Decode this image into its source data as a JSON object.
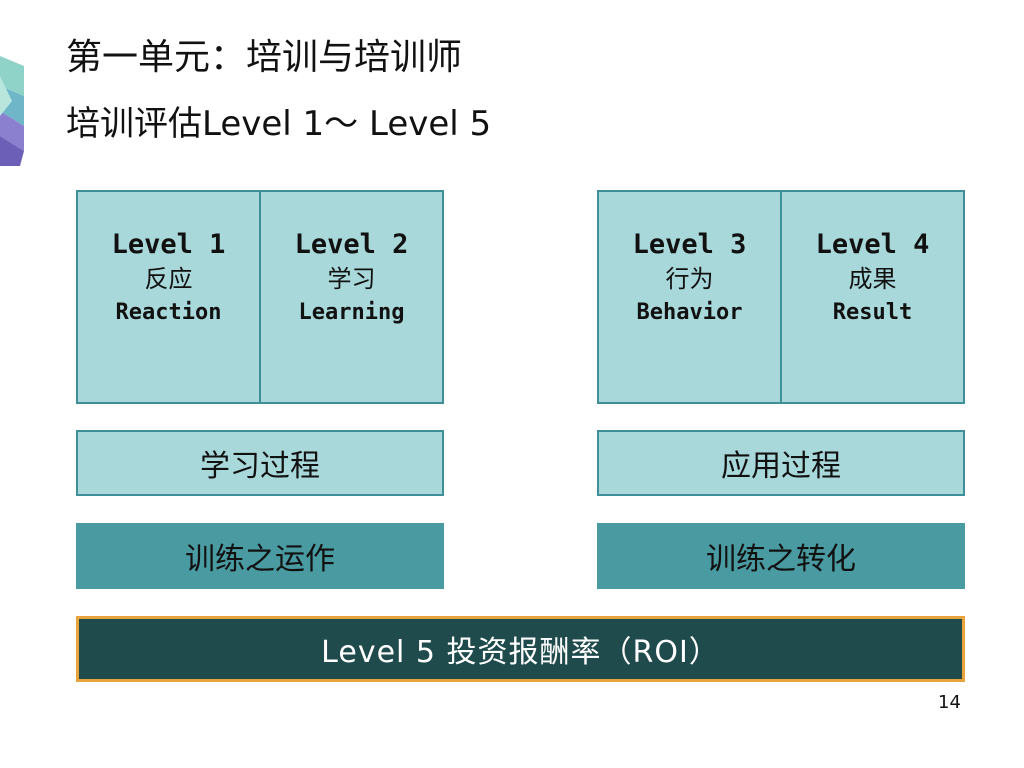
{
  "slide": {
    "title": "第一单元：培训与培训师",
    "subtitle": "培训评估Level 1～ Level 5",
    "page_number": "14"
  },
  "levels_left": [
    {
      "level": "Level 1",
      "zh": "反应",
      "en": "Reaction"
    },
    {
      "level": "Level 2",
      "zh": "学习",
      "en": "Learning"
    }
  ],
  "levels_right": [
    {
      "level": "Level 3",
      "zh": "行为",
      "en": "Behavior"
    },
    {
      "level": "Level 4",
      "zh": "成果",
      "en": "Result"
    }
  ],
  "process": {
    "left": "学习过程",
    "right": "应用过程"
  },
  "training": {
    "left": "训练之运作",
    "right": "训练之转化"
  },
  "roi": {
    "label": "Level 5 投资报酬率（ROI）"
  },
  "colors": {
    "light_teal": "#a9d8db",
    "teal_border": "#3f8f99",
    "mid_teal": "#4a9aa2",
    "dark_teal": "#1f4b4d",
    "orange_border": "#e8a33c"
  }
}
